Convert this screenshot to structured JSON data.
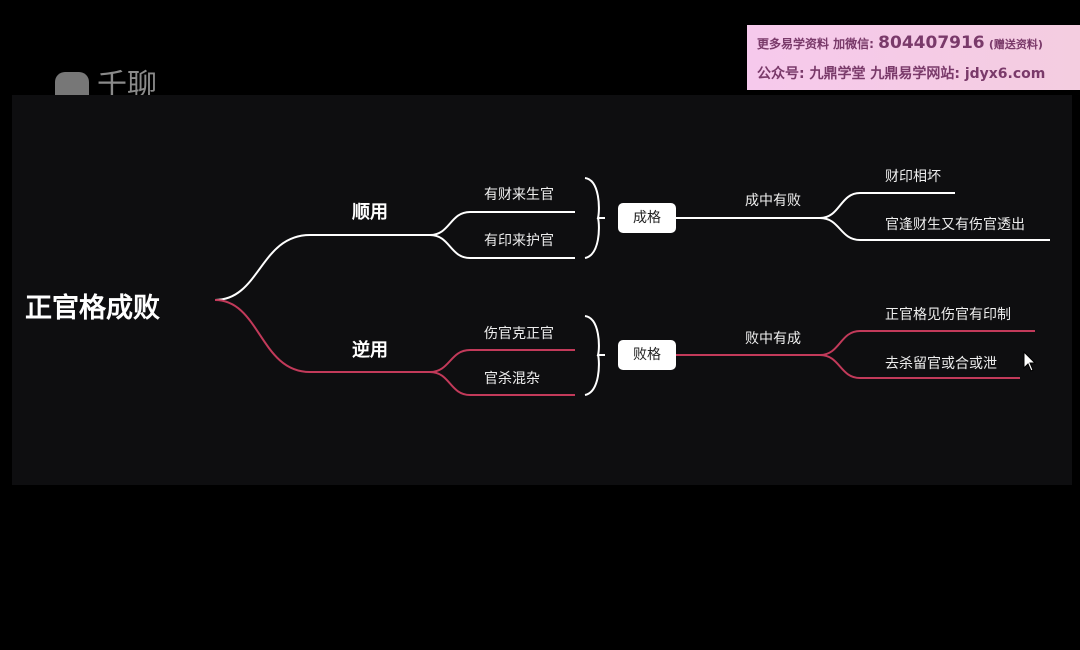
{
  "logo": {
    "text": "千聊"
  },
  "banner": {
    "line1_prefix": "更多易学资料 加微信:",
    "wechat": "804407916",
    "line1_suffix": "(赠送资料)",
    "line2": "公众号: 九鼎学堂 九鼎易学网站: jdyx6.com"
  },
  "mindmap": {
    "root": "正官格成败",
    "branches": [
      {
        "label": "顺用",
        "items": [
          "有财来生官",
          "有印来护官"
        ],
        "result": "成格",
        "sub": "成中有败",
        "details": [
          "财印相坏",
          "官逢财生又有伤官透出"
        ]
      },
      {
        "label": "逆用",
        "items": [
          "伤官克正官",
          "官杀混杂"
        ],
        "result": "败格",
        "sub": "败中有成",
        "details": [
          "正官格见伤官有印制",
          "去杀留官或合或泄"
        ]
      }
    ]
  },
  "colors": {
    "good": "#ffffff",
    "bad": "#c23a5a"
  }
}
